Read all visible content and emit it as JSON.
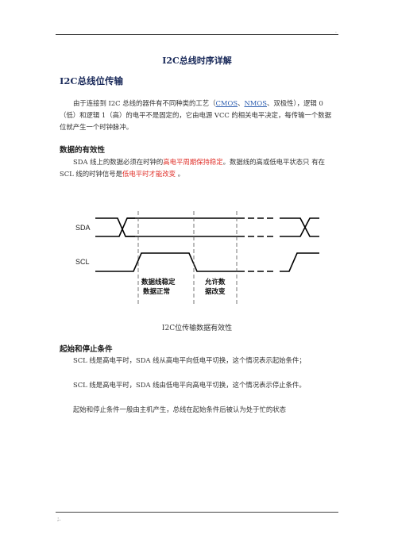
{
  "page": {
    "top_dot": ".",
    "bottom_mark": ";."
  },
  "doc": {
    "title": "I2C总线时序详解",
    "section": "I2C总线位传输",
    "intro": {
      "p1": "由于连接到 I2C 总线的器件有不同种类的工艺（",
      "link1": "CMOS",
      "p2": "、",
      "link2": "NMOS",
      "p3": "、双极性），逻辑 0（低）和逻辑 1（高）的电平不是固定的，它由电源 VCC 的相关电平决定，每传输一个数据位就产生一个时钟脉冲。"
    },
    "validity": {
      "heading": "数据的有效性",
      "t1": "SDA 线上的数据必须在时钟的",
      "r1": "高电平周期保持稳定",
      "t2": "。数据线的高或低电平状态只  有在 SCL 线的时钟信号是",
      "r2": "低电平时才能改变",
      "t3": "  。"
    },
    "diagram": {
      "sda_label": "SDA",
      "scl_label": "SCL",
      "stable_label_1": "数据线稳定",
      "stable_label_2": "数据正常",
      "change_label_1": "允许数",
      "change_label_2": "据改变"
    },
    "caption": "I2C位传输数据有效性",
    "startstop": {
      "heading": "起始和停止条件",
      "p1": "SCL 线是高电平时，SDA 线从高电平向低电平切换，这个情况表示起始条件；",
      "p2": "SCL 线是高电平时，SDA 线由低电平向高电平切换，这个情况表示停止条件。",
      "p3": "起始和停止条件一般由主机产生，总线在起始条件后被认为处于忙的状态"
    }
  },
  "colors": {
    "heading": "#1a2a5a",
    "emphasis": "#e0302a",
    "link": "#2f5fb0"
  }
}
